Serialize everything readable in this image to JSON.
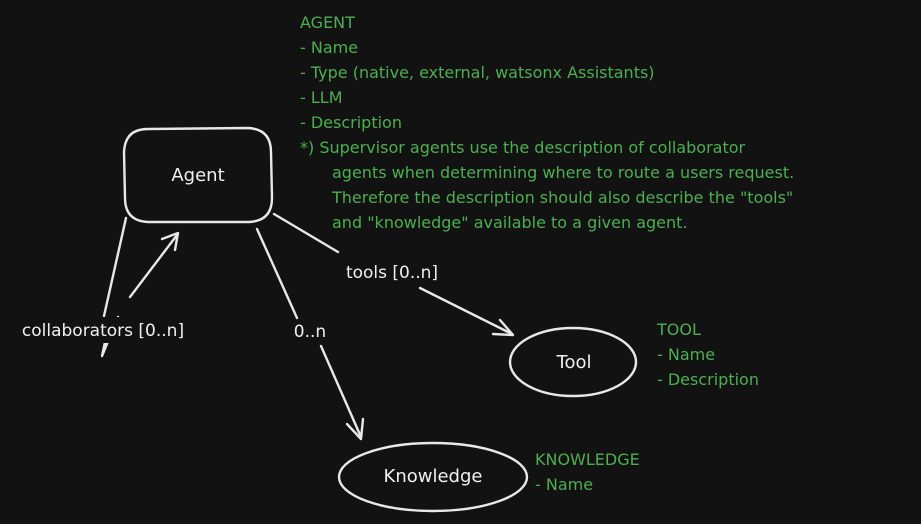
{
  "colors": {
    "background": "#121212",
    "stroke": "#e8e8e8",
    "label_text": "#f0f0f0",
    "note_text": "#4caf50"
  },
  "nodes": {
    "agent": "Agent",
    "tool": "Tool",
    "knowledge": "Knowledge"
  },
  "edges": {
    "collaborators": "collaborators [0..n]",
    "knowledge": "0..n",
    "tools": "tools [0..n]"
  },
  "notes": {
    "agent": {
      "title": "AGENT",
      "lines": [
        "- Name",
        "- Type (native, external, watsonx Assistants)",
        "- LLM",
        "- Description",
        "*) Supervisor agents use the description of collaborator",
        "agents when determining where to route a users request.",
        "Therefore the description should also describe the \"tools\"",
        "and \"knowledge\" available to a given agent."
      ]
    },
    "tool": {
      "title": "TOOL",
      "lines": [
        "- Name",
        "- Description"
      ]
    },
    "knowledge": {
      "title": "KNOWLEDGE",
      "lines": [
        "- Name"
      ]
    }
  }
}
